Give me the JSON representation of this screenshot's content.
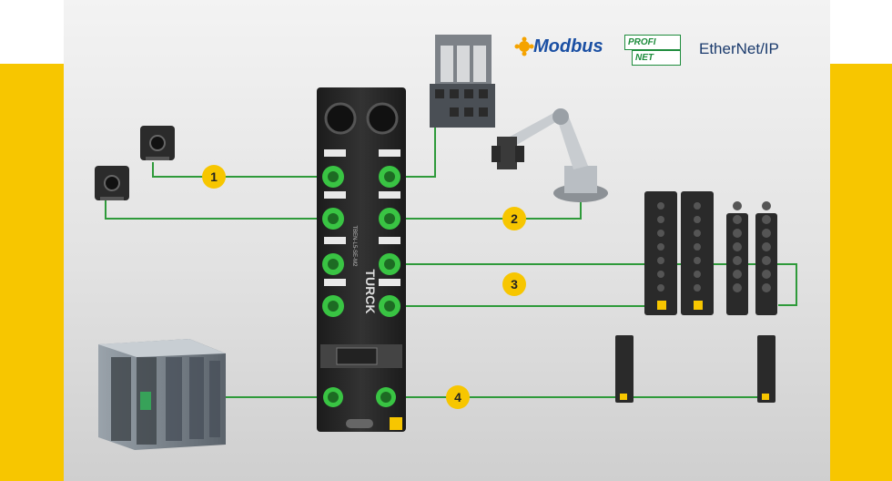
{
  "logos": {
    "modbus": "Modbus",
    "profinet_line1": "PROFI",
    "profinet_line2": "NET",
    "ethernet_ip": "EtherNet/IP"
  },
  "device": {
    "brand": "TURCK",
    "model": "TBEN-L5-SE-M2"
  },
  "markers": [
    "1",
    "2",
    "3",
    "4"
  ],
  "colors": {
    "accent_yellow": "#f7c600",
    "connection_green": "#2e9a3a",
    "port_green": "#39c443",
    "device_body": "#262626"
  },
  "icons": [
    "modbus-icon",
    "camera-icon",
    "robot-arm-icon",
    "plc-icon",
    "io-module-icon",
    "control-cabinet-icon"
  ]
}
